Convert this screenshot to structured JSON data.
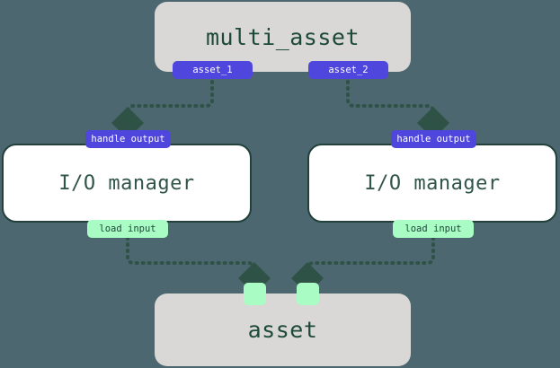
{
  "diagram": {
    "title": "multi_asset to I/O manager to asset data flow",
    "background_color": "#4d6771",
    "edge_color": "#2f5246",
    "nodes": {
      "multi_asset": {
        "label": "multi_asset",
        "fill": "#d9d8d6",
        "text_color": "#1d4939"
      },
      "io_manager_left": {
        "label": "I/O manager",
        "fill": "#ffffff",
        "border_color": "#21413a",
        "text_color": "#31554a"
      },
      "io_manager_right": {
        "label": "I/O manager",
        "fill": "#ffffff",
        "border_color": "#21413a",
        "text_color": "#31554a"
      },
      "asset": {
        "label": "asset",
        "fill": "#d9d8d6",
        "text_color": "#1d4939"
      }
    },
    "badges": {
      "asset_1": {
        "label": "asset_1",
        "color": "#4f46dd",
        "text_color": "#ffffff"
      },
      "asset_2": {
        "label": "asset_2",
        "color": "#4f46dd",
        "text_color": "#ffffff"
      },
      "handle_output_left": {
        "label": "handle output",
        "color": "#4f46dd",
        "text_color": "#ffffff"
      },
      "handle_output_right": {
        "label": "handle output",
        "color": "#4f46dd",
        "text_color": "#ffffff"
      },
      "load_input_left": {
        "label": "load input",
        "color": "#a9fcc4",
        "text_color": "#1d4939"
      },
      "load_input_right": {
        "label": "load input",
        "color": "#a9fcc4",
        "text_color": "#1d4939"
      },
      "asset_input_1": {
        "label": "",
        "color": "#a9fcc4",
        "text_color": "#1d4939"
      },
      "asset_input_2": {
        "label": "",
        "color": "#a9fcc4",
        "text_color": "#1d4939"
      }
    },
    "edges": [
      {
        "from": "asset_1",
        "to": "handle_output_left",
        "style": "dotted"
      },
      {
        "from": "asset_2",
        "to": "handle_output_right",
        "style": "dotted"
      },
      {
        "from": "load_input_left",
        "to": "asset_input_1",
        "style": "dotted"
      },
      {
        "from": "load_input_right",
        "to": "asset_input_2",
        "style": "dotted"
      }
    ]
  }
}
